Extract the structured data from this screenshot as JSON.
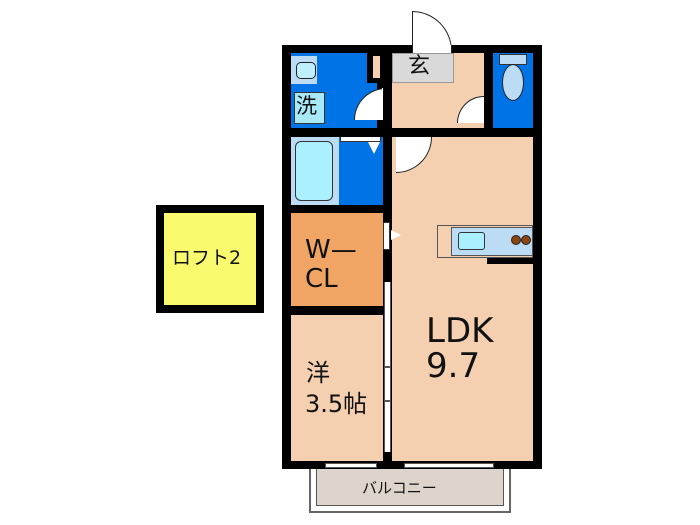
{
  "floorplan": {
    "rooms": {
      "genkan": {
        "label": "玄"
      },
      "washroom": {
        "label": "洗"
      },
      "walk_in_closet": {
        "label_line1": "W—",
        "label_line2": "CL"
      },
      "western_room": {
        "label_line1": "洋",
        "label_line2": "3.5帖"
      },
      "ldk": {
        "label_line1": "LDK",
        "label_line2": "9.7"
      },
      "loft": {
        "label": "ロフト2"
      },
      "balcony": {
        "label": "バルコニー"
      }
    },
    "colors": {
      "wall": "#000000",
      "wet_area": "#0073e6",
      "living_floor": "#f4d0b0",
      "closet": "#f0a565",
      "loft": "#fafa6e",
      "balcony": "#ddd5cc",
      "fixture": "#bcdcf5",
      "genkan_floor": "#d9d9d9"
    }
  }
}
